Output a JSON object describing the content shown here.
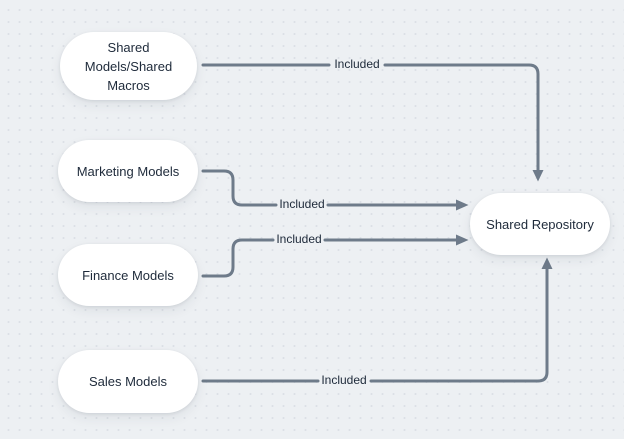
{
  "diagram": {
    "nodes": [
      {
        "id": "shared-models-macros",
        "label": "Shared Models/Shared Macros",
        "lines": [
          "Shared",
          "Models/Shared",
          "Macros"
        ]
      },
      {
        "id": "marketing-models",
        "label": "Marketing Models",
        "lines": [
          "Marketing Models"
        ]
      },
      {
        "id": "finance-models",
        "label": "Finance Models",
        "lines": [
          "Finance Models"
        ]
      },
      {
        "id": "sales-models",
        "label": "Sales Models",
        "lines": [
          "Sales Models"
        ]
      },
      {
        "id": "shared-repository",
        "label": "Shared Repository",
        "lines": [
          "Shared Repository"
        ]
      }
    ],
    "edges": [
      {
        "from": "shared-models-macros",
        "to": "shared-repository",
        "label": "Included"
      },
      {
        "from": "marketing-models",
        "to": "shared-repository",
        "label": "Included"
      },
      {
        "from": "finance-models",
        "to": "shared-repository",
        "label": "Included"
      },
      {
        "from": "sales-models",
        "to": "shared-repository",
        "label": "Included"
      }
    ],
    "colors": {
      "background": "#edf0f3",
      "dot": "#dce0e6",
      "node_fill": "#ffffff",
      "connector": "#6e7b8a",
      "text": "#1e2a3a"
    }
  }
}
